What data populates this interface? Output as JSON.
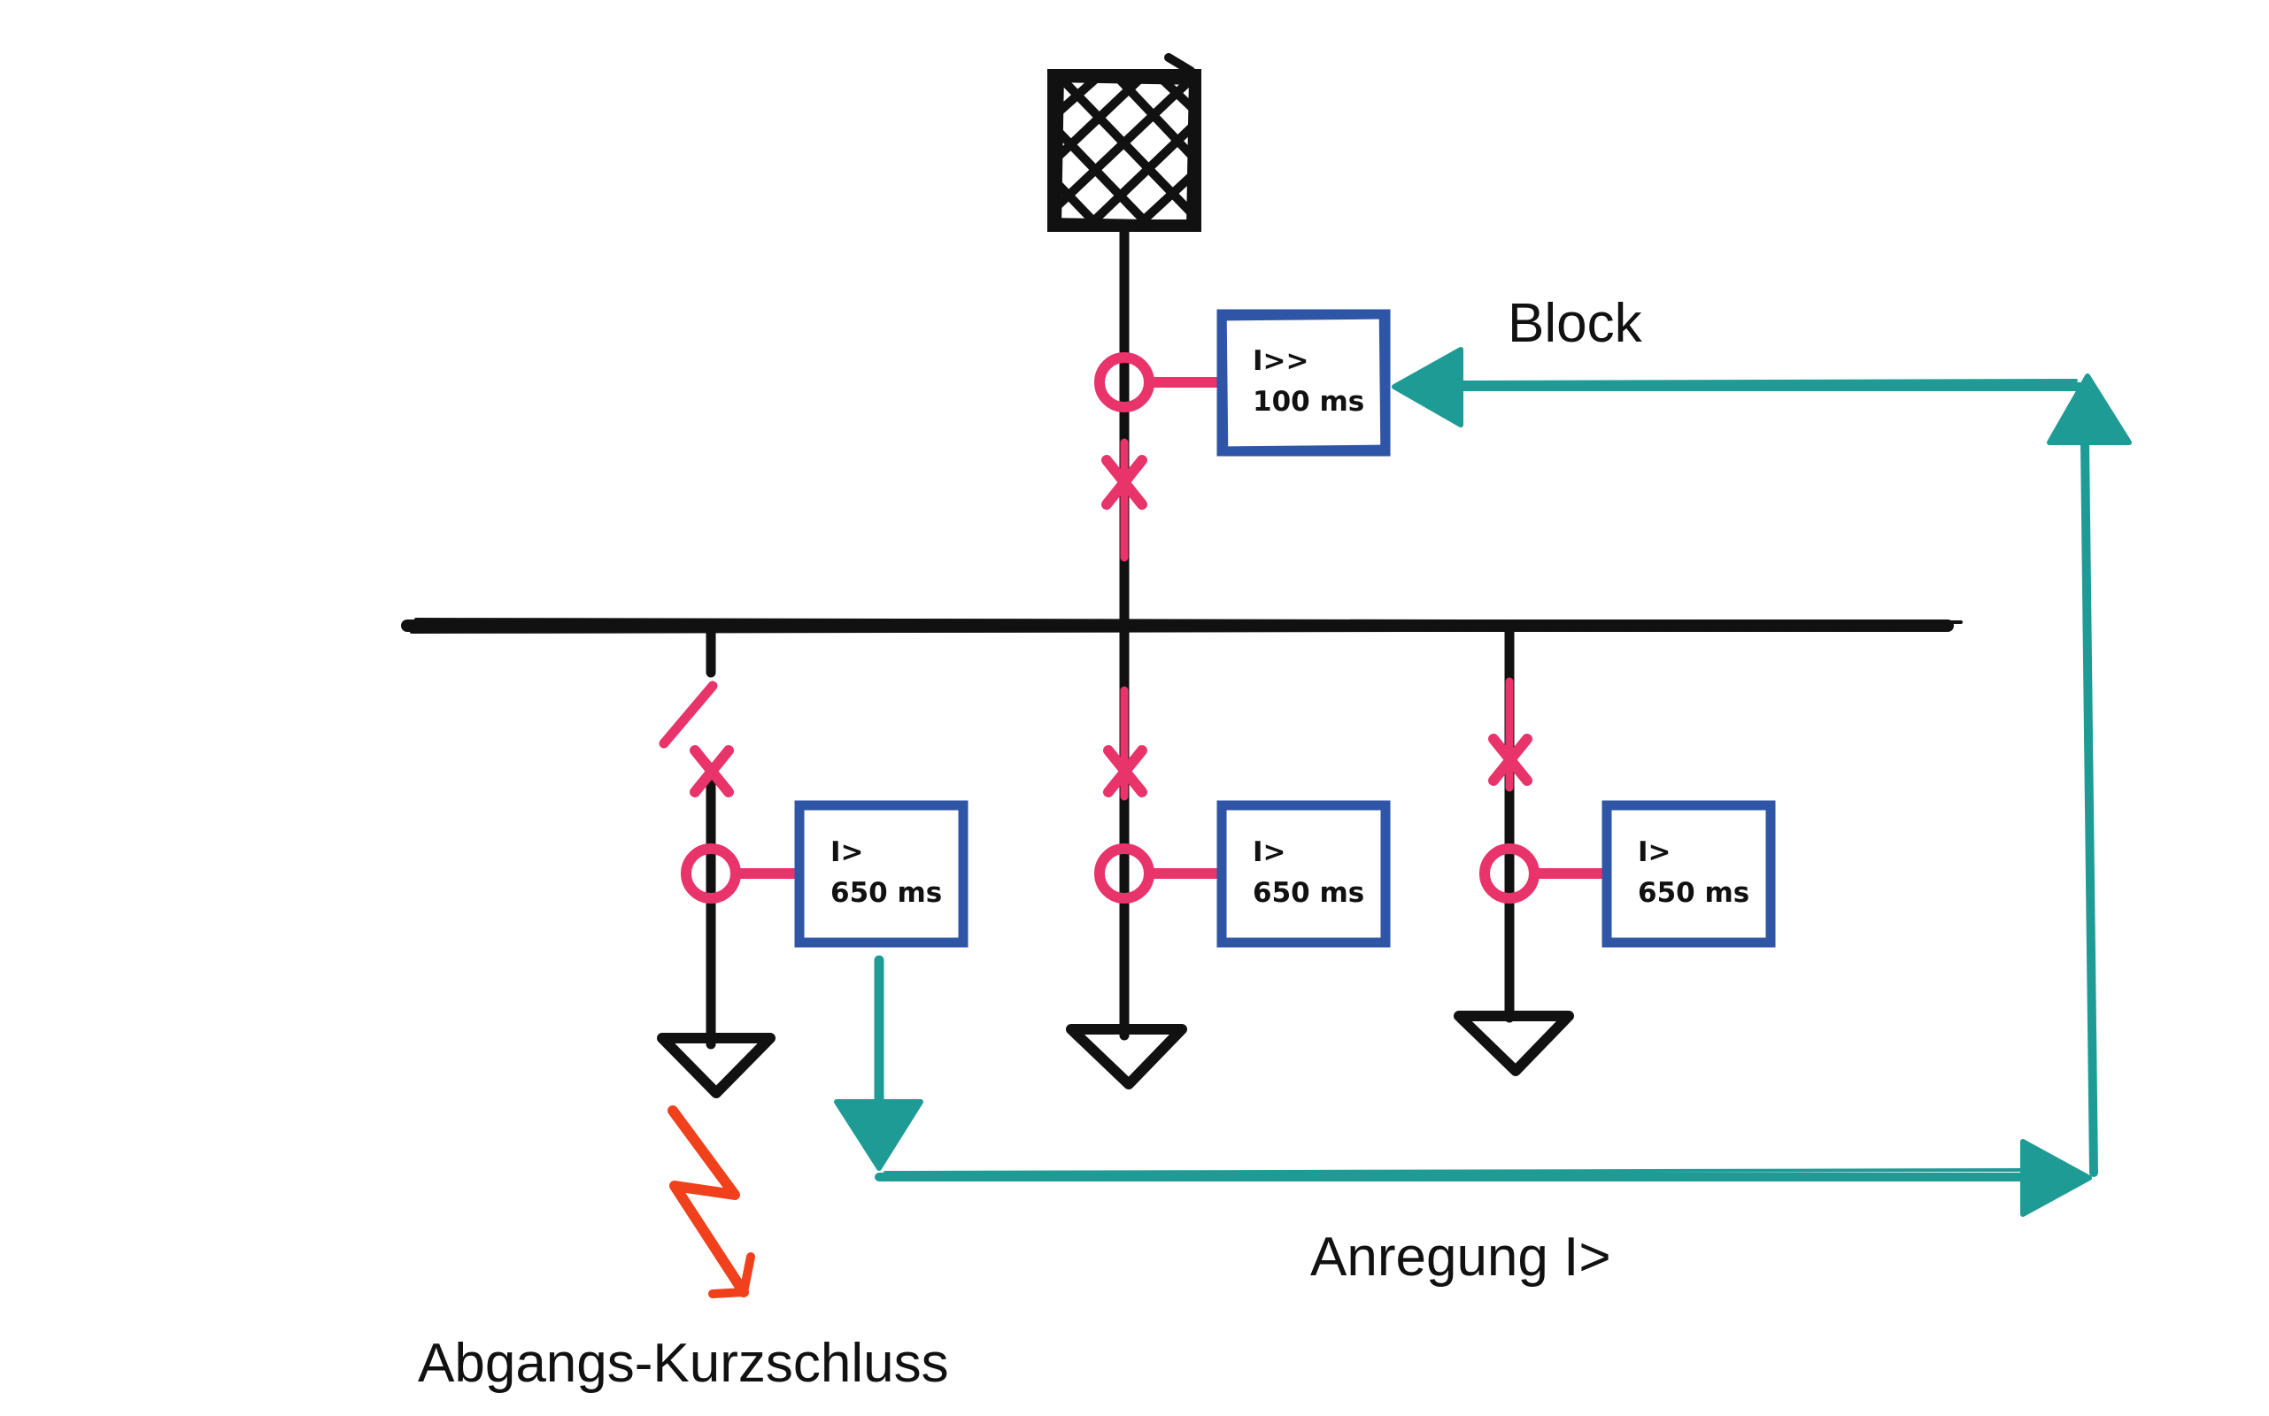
{
  "labels": {
    "block": "Block",
    "pickup": "Anregung I>",
    "fault": "Abgangs-Kurzschluss"
  },
  "relays": {
    "incomer": {
      "stage": "I>>",
      "time": "100 ms"
    },
    "feeder_1": {
      "stage": "I>",
      "time": "650 ms"
    },
    "feeder_2": {
      "stage": "I>",
      "time": "650 ms"
    },
    "feeder_3": {
      "stage": "I>",
      "time": "650 ms"
    }
  },
  "colors": {
    "line": "#111111",
    "switchgear": "#e8336b",
    "relay_border": "#2f56a6",
    "signal": "#1f9b96",
    "fault": "#f0401c"
  },
  "icons": {
    "source": "transformer-crosshatch-icon",
    "load": "load-triangle-icon",
    "fault": "lightning-bolt-icon"
  }
}
